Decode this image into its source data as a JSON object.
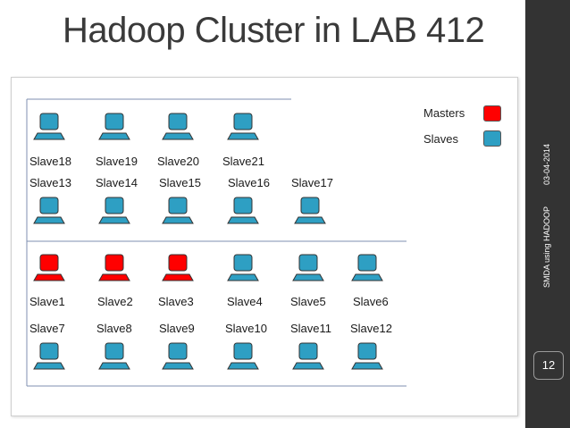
{
  "slide": {
    "title": "Hadoop Cluster in LAB 412",
    "date": "03-04-2014",
    "footer": "SMDA using HADOOP",
    "page_number": "12"
  },
  "legend": {
    "masters_label": "Masters",
    "slaves_label": "Slaves",
    "master_color": "#ff0000",
    "slave_color": "#2e9fc3"
  },
  "colors": {
    "sidebar": "#333333",
    "network_line": "#7f8fb0",
    "title_text": "#3a3a3a"
  },
  "network": {
    "lab_top": [
      {
        "name": "Slave18",
        "role": "slave"
      },
      {
        "name": "Slave19",
        "role": "slave"
      },
      {
        "name": "Slave20",
        "role": "slave"
      },
      {
        "name": "Slave21",
        "role": "slave"
      }
    ],
    "lab_mid": [
      {
        "name": "Slave13",
        "role": "slave"
      },
      {
        "name": "Slave14",
        "role": "slave"
      },
      {
        "name": "Slave15",
        "role": "slave"
      },
      {
        "name": "Slave16",
        "role": "slave"
      },
      {
        "name": "Slave17",
        "role": "slave"
      }
    ],
    "lab_row3": [
      {
        "name": "Slave1",
        "role": "master"
      },
      {
        "name": "Slave2",
        "role": "master"
      },
      {
        "name": "Slave3",
        "role": "master"
      },
      {
        "name": "Slave4",
        "role": "slave"
      },
      {
        "name": "Slave5",
        "role": "slave"
      },
      {
        "name": "Slave6",
        "role": "slave"
      }
    ],
    "lab_row4": [
      {
        "name": "Slave7",
        "role": "slave"
      },
      {
        "name": "Slave8",
        "role": "slave"
      },
      {
        "name": "Slave9",
        "role": "slave"
      },
      {
        "name": "Slave10",
        "role": "slave"
      },
      {
        "name": "Slave11",
        "role": "slave"
      },
      {
        "name": "Slave12",
        "role": "slave"
      }
    ]
  }
}
